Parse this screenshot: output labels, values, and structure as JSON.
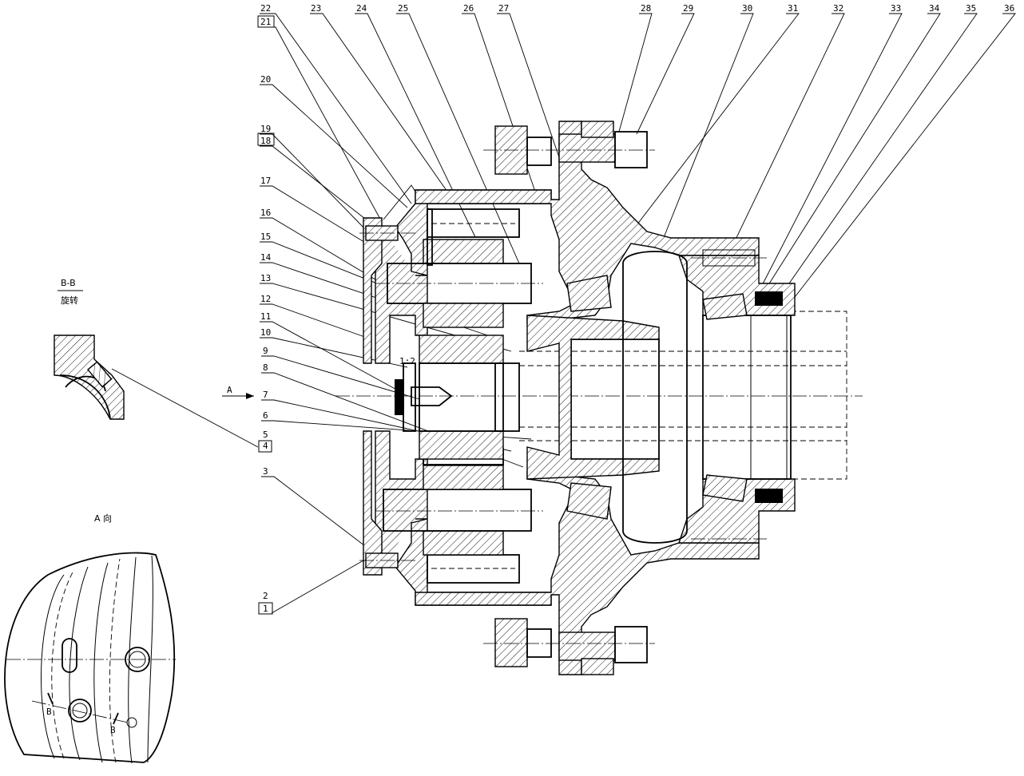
{
  "drawing": {
    "part_numbers_top": [
      "22",
      "21",
      "23",
      "24",
      "25",
      "26",
      "27",
      "28",
      "29",
      "30",
      "31",
      "32",
      "33",
      "34",
      "35",
      "36"
    ],
    "part_numbers_left": [
      "20",
      "19",
      "18",
      "17",
      "16",
      "15",
      "14",
      "13",
      "12",
      "11",
      "10",
      "9",
      "8",
      "7",
      "6",
      "5",
      "4",
      "3",
      "2",
      "1"
    ],
    "section_title": "B-B",
    "section_subtitle": "旋转",
    "view_arrow_label": "A",
    "view_title": "A 向",
    "section_marker_1": "B",
    "section_marker_2": "B",
    "detail_label": "1:2"
  }
}
